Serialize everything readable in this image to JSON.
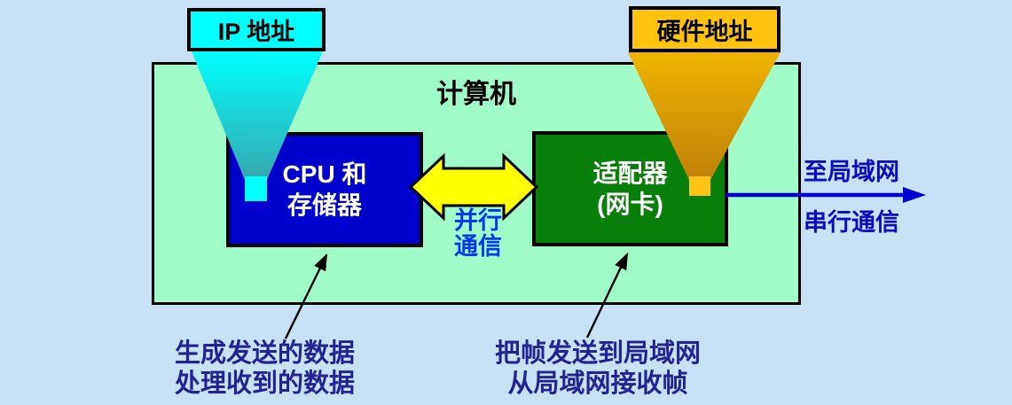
{
  "diagram": {
    "computer_label": "计算机",
    "ip_label": "IP 地址",
    "hw_label": "硬件地址",
    "cpu_box": {
      "line1": "CPU 和",
      "line2": "存储器"
    },
    "adapter_box": {
      "line1": "适配器",
      "line2": "(网卡)"
    },
    "parallel_comm": {
      "line1": "并行",
      "line2": "通信"
    },
    "to_lan_label": "至局域网",
    "serial_comm_label": "串行通信",
    "cpu_note": {
      "line1": "生成发送的数据",
      "line2": "处理收到的数据"
    },
    "adapter_note": {
      "line1": "把帧发送到局域网",
      "line2": "从局域网接收帧"
    }
  },
  "colors": {
    "page_bg": "#c9e1f4",
    "computer_box_bg": "#9ffcc8",
    "cpu_box_bg": "#0000cc",
    "adapter_box_bg": "#087f08",
    "ip_label_bg": "#00ffff",
    "hw_label_bg": "#ffc20e",
    "parallel_arrow_fill": "#ffff00",
    "serial_line": "#0000cc",
    "parallel_text": "#0236f0",
    "serial_text": "#0b0bc2",
    "note_text": "#232394",
    "ip_funnel_top": "#00ffff",
    "ip_funnel_bottom": "#38a6b0",
    "hw_funnel_top": "#f0b400",
    "hw_funnel_bottom": "#bf8008"
  }
}
